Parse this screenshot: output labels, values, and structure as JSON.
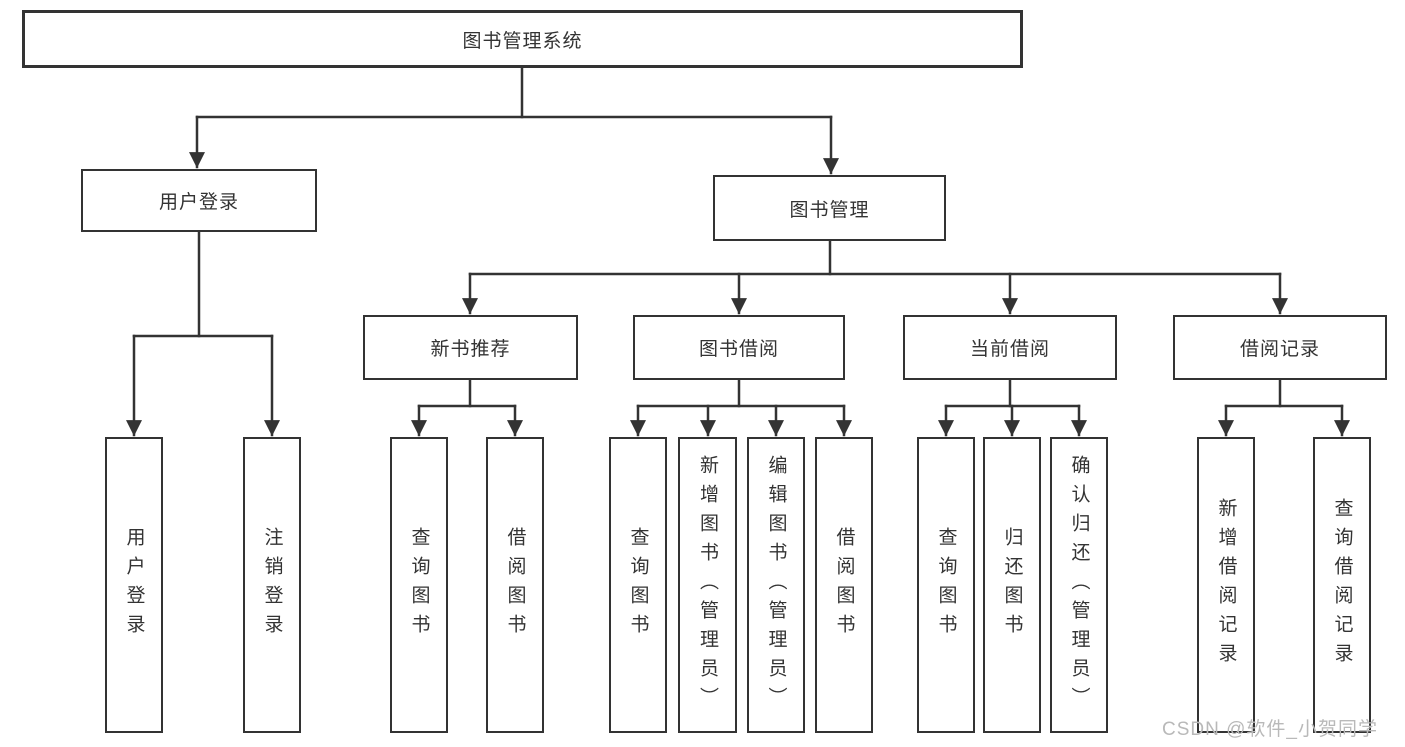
{
  "diagram": {
    "type": "hierarchy",
    "root": {
      "label": "图书管理系统"
    },
    "branches": [
      {
        "label": "用户登录",
        "children": [
          {
            "label": "用户登录"
          },
          {
            "label": "注销登录"
          }
        ]
      },
      {
        "label": "图书管理",
        "children": [
          {
            "label": "新书推荐",
            "children": [
              {
                "label": "查询图书"
              },
              {
                "label": "借阅图书"
              }
            ]
          },
          {
            "label": "图书借阅",
            "children": [
              {
                "label": "查询图书"
              },
              {
                "label": "新增图书（管理员）"
              },
              {
                "label": "编辑图书（管理员）"
              },
              {
                "label": "借阅图书"
              }
            ]
          },
          {
            "label": "当前借阅",
            "children": [
              {
                "label": "查询图书"
              },
              {
                "label": "归还图书"
              },
              {
                "label": "确认归还（管理员）"
              }
            ]
          },
          {
            "label": "借阅记录",
            "children": [
              {
                "label": "新增借阅记录"
              },
              {
                "label": "查询借阅记录"
              }
            ]
          }
        ]
      }
    ],
    "watermark": {
      "text": "CSDN @软件_小贺同学"
    },
    "colors": {
      "line": "#333333",
      "box_border": "#333333",
      "box_fill": "#ffffff",
      "text": "#333333",
      "watermark": "#b9b9b9",
      "background": "#ffffff"
    }
  }
}
